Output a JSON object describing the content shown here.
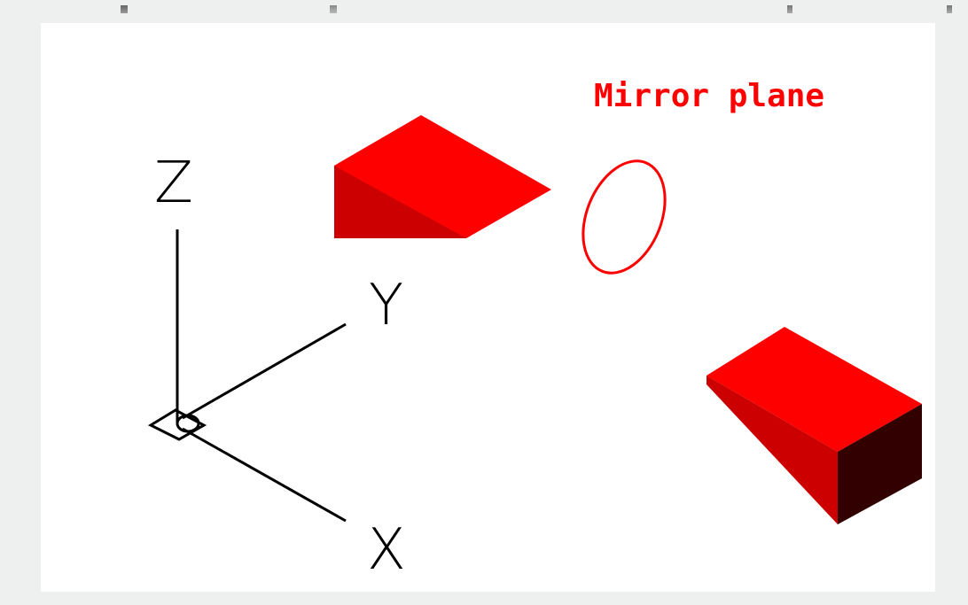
{
  "viewport": {
    "annotation": "Mirror plane",
    "axes": {
      "x": "X",
      "y": "Y",
      "z": "Z"
    }
  },
  "colors": {
    "background": "#eef0f0",
    "canvas": "#ffffff",
    "object_top": "#ff0000",
    "object_side": "#cc0000",
    "object_dark": "#330000",
    "annotation": "#ff0000",
    "ucs": "#000000"
  }
}
